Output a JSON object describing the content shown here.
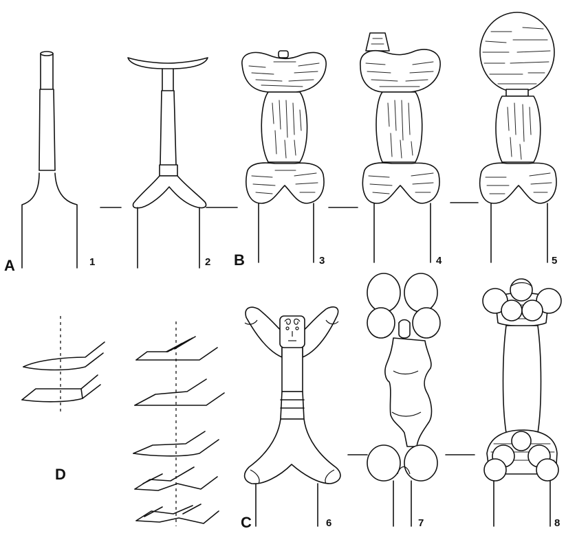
{
  "group_labels": {
    "A": "A",
    "B": "B",
    "C": "C",
    "D": "D"
  },
  "item_numbers": [
    "1",
    "2",
    "3",
    "4",
    "5",
    "6",
    "7",
    "8"
  ],
  "ink_color": "#111111",
  "background_color": "#ffffff"
}
